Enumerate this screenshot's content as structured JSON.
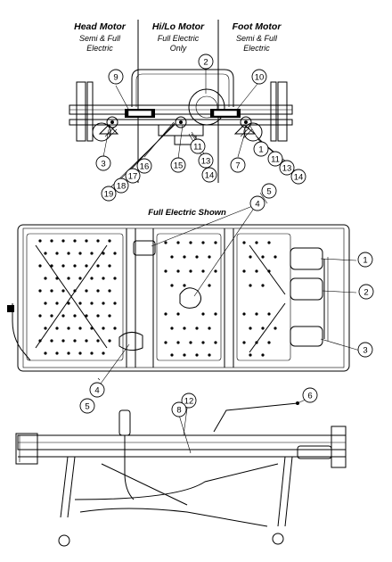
{
  "headers": {
    "head": {
      "title": "Head Motor",
      "line1": "Semi & Full",
      "line2": "Electric"
    },
    "hilo": {
      "title": "Hi/Lo Motor",
      "line1": "Full Electric",
      "line2": "Only"
    },
    "foot": {
      "title": "Foot Motor",
      "line1": "Semi & Full",
      "line2": "Electric"
    }
  },
  "caption": "Full Electric Shown",
  "callouts_top": [
    "9",
    "2",
    "10",
    "3",
    "16",
    "15",
    "11",
    "13",
    "14",
    "7",
    "1",
    "11",
    "13",
    "14",
    "17",
    "18",
    "19"
  ],
  "callouts_mid": [
    "5",
    "4",
    "1",
    "2",
    "3",
    "4",
    "5"
  ],
  "callouts_bot": [
    "12",
    "8",
    "6"
  ]
}
